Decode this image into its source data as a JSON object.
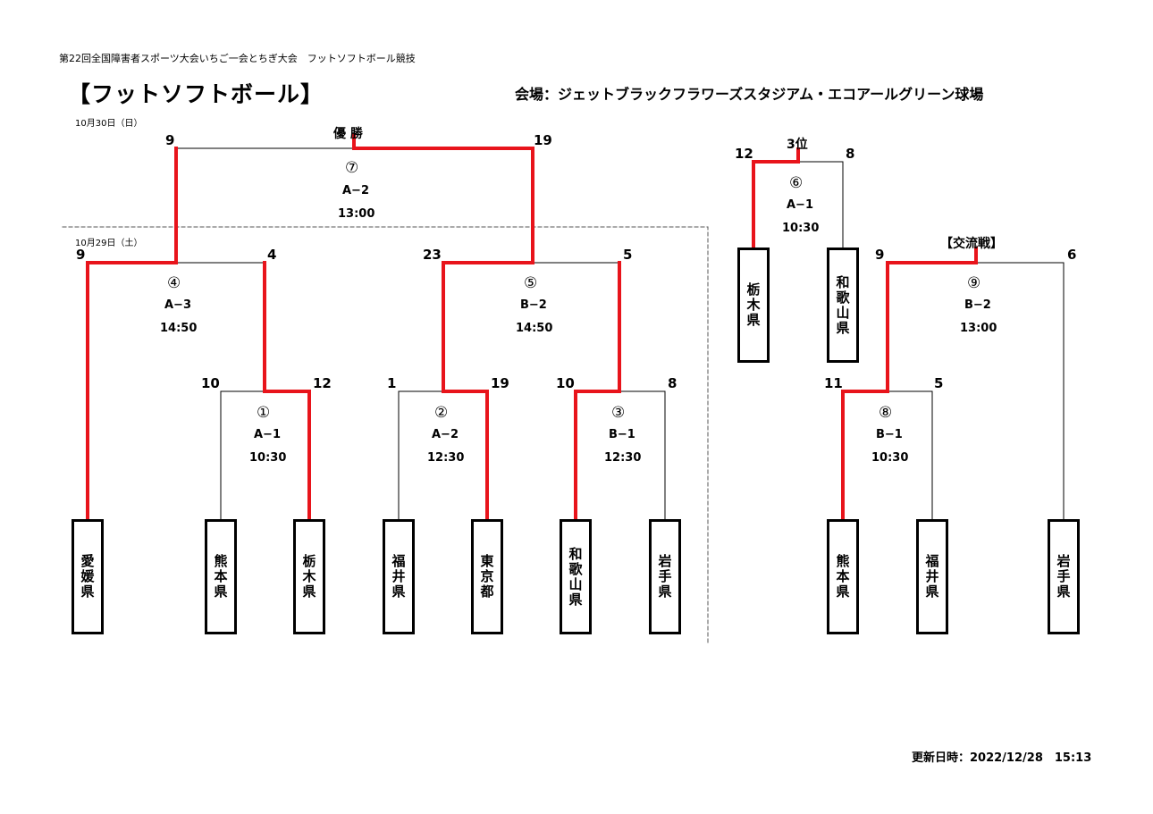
{
  "header": {
    "event_title": "第22回全国障害者スポーツ大会いちご一会とちぎ大会　フットソフトボール競技",
    "sport_title": "【フットソフトボール】",
    "venue": "会場：ジェットブラックフラワーズスタジアム・エコアールグリーン球場"
  },
  "dates": {
    "day2": "10月30日（日）",
    "day1": "10月29日（土）"
  },
  "labels": {
    "final": "優 勝",
    "third_place": "3位",
    "exchange": "【交流戦】"
  },
  "teams": {
    "ehime": "愛媛県",
    "kumamoto": "熊本県",
    "tochigi": "栃木県",
    "fukui": "福井県",
    "tokyo": "東京都",
    "wakayama": "和歌山県",
    "iwate": "岩手県",
    "tochigi_3rd": "栃木県",
    "wakayama_3rd": "和歌山県",
    "kumamoto_ex": "熊本県",
    "fukui_ex": "福井県",
    "iwate_ex": "岩手県"
  },
  "matches": {
    "m1": {
      "number": "①",
      "field": "A−1",
      "time": "10:30",
      "left_score": "10",
      "right_score": "12"
    },
    "m2": {
      "number": "②",
      "field": "A−2",
      "time": "12:30",
      "left_score": "1",
      "right_score": "19"
    },
    "m3": {
      "number": "③",
      "field": "B−1",
      "time": "12:30",
      "left_score": "10",
      "right_score": "8"
    },
    "m4": {
      "number": "④",
      "field": "A−3",
      "time": "14:50",
      "left_score": "9",
      "right_score": "4"
    },
    "m5": {
      "number": "⑤",
      "field": "B−2",
      "time": "14:50",
      "left_score": "23",
      "right_score": "5"
    },
    "m6": {
      "number": "⑥",
      "field": "A−1",
      "time": "10:30",
      "left_score": "12",
      "right_score": "8"
    },
    "m7": {
      "number": "⑦",
      "field": "A−2",
      "time": "13:00",
      "left_score": "9",
      "right_score": "19"
    },
    "m8": {
      "number": "⑧",
      "field": "B−1",
      "time": "10:30",
      "left_score": "11",
      "right_score": "5"
    },
    "m9": {
      "number": "⑨",
      "field": "B−2",
      "time": "13:00",
      "left_score": "9",
      "right_score": "6"
    }
  },
  "footer": {
    "updated": "更新日時：2022/12/28　15:13"
  },
  "colors": {
    "winner_line": "#e8141b",
    "line": "#000000"
  }
}
